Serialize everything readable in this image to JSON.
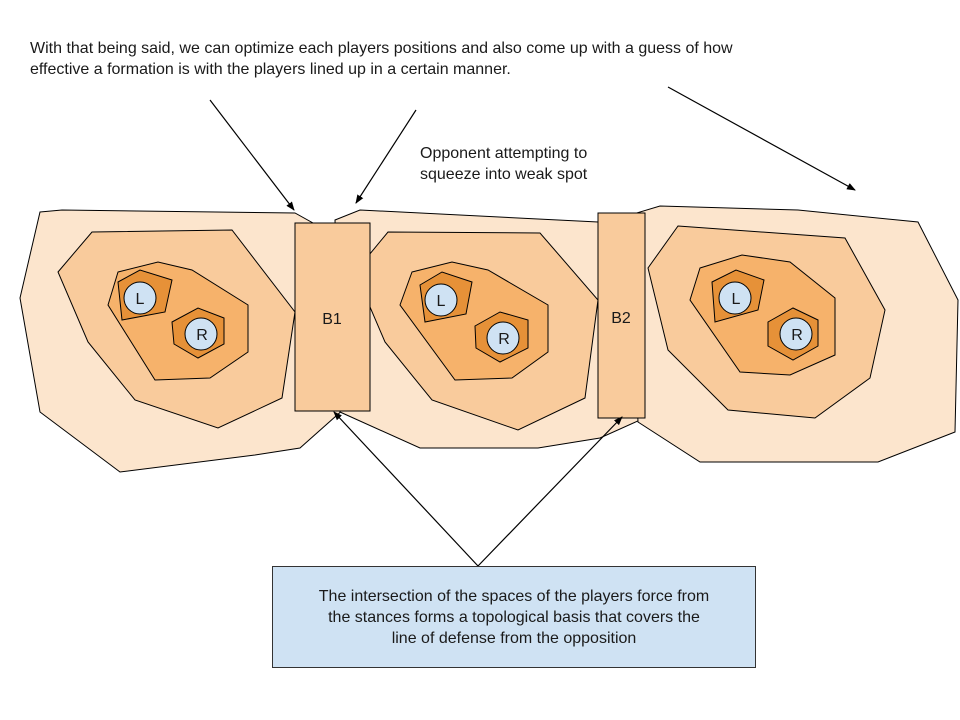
{
  "colors": {
    "outer_zone": "#fce5cd",
    "middle_zone": "#f9cb9c",
    "inner_zone": "#f6b26b",
    "core_zone": "#e69138",
    "player_fill": "#cfe2f3",
    "block_fill": "#f9cb9c",
    "note_fill": "#cfe2f3",
    "stroke": "#000000"
  },
  "notes": {
    "top_line1": "With that being said, we can optimize each players positions and also come up with a guess of how",
    "top_line2": "effective a formation is with the players lined up in a certain manner.",
    "opponent_line1": "Opponent attempting to",
    "opponent_line2": "squeeze into weak spot",
    "basis_line1": "The intersection of the spaces of the players force from",
    "basis_line2": "the stances forms a topological basis that covers the",
    "basis_line3": "line of defense from the opposition"
  },
  "blocks": [
    {
      "label": "B1"
    },
    {
      "label": "B2"
    }
  ],
  "groups": [
    {
      "players": [
        {
          "label": "L"
        },
        {
          "label": "R"
        }
      ]
    },
    {
      "players": [
        {
          "label": "L"
        },
        {
          "label": "R"
        }
      ]
    },
    {
      "players": [
        {
          "label": "L"
        },
        {
          "label": "R"
        }
      ]
    }
  ]
}
